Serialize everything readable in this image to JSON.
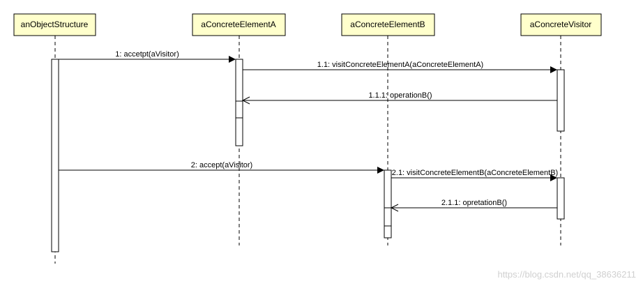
{
  "lifelines": [
    {
      "id": "structure",
      "name": "anObjectStructure"
    },
    {
      "id": "elemA",
      "name": "aConcreteElementA"
    },
    {
      "id": "elemB",
      "name": "aConcreteElementB"
    },
    {
      "id": "visitor",
      "name": "aConcreteVisitor"
    }
  ],
  "messages": [
    {
      "id": "m1",
      "label": "1: accetpt(aVisitor)",
      "type": "call"
    },
    {
      "id": "m11",
      "label": "1.1: visitConcreteElementA(aConcreteElementA)",
      "type": "call"
    },
    {
      "id": "m111",
      "label": "1.1.1: operationB()",
      "type": "return"
    },
    {
      "id": "m2",
      "label": "2: accept(aVisitor)",
      "type": "call"
    },
    {
      "id": "m21",
      "label": "2.1: visitConcreteElementB(aConcreteElementB)",
      "type": "call"
    },
    {
      "id": "m211",
      "label": "2.1.1: opretationB()",
      "type": "return"
    }
  ],
  "watermark": "https://blog.csdn.net/qq_38636211"
}
